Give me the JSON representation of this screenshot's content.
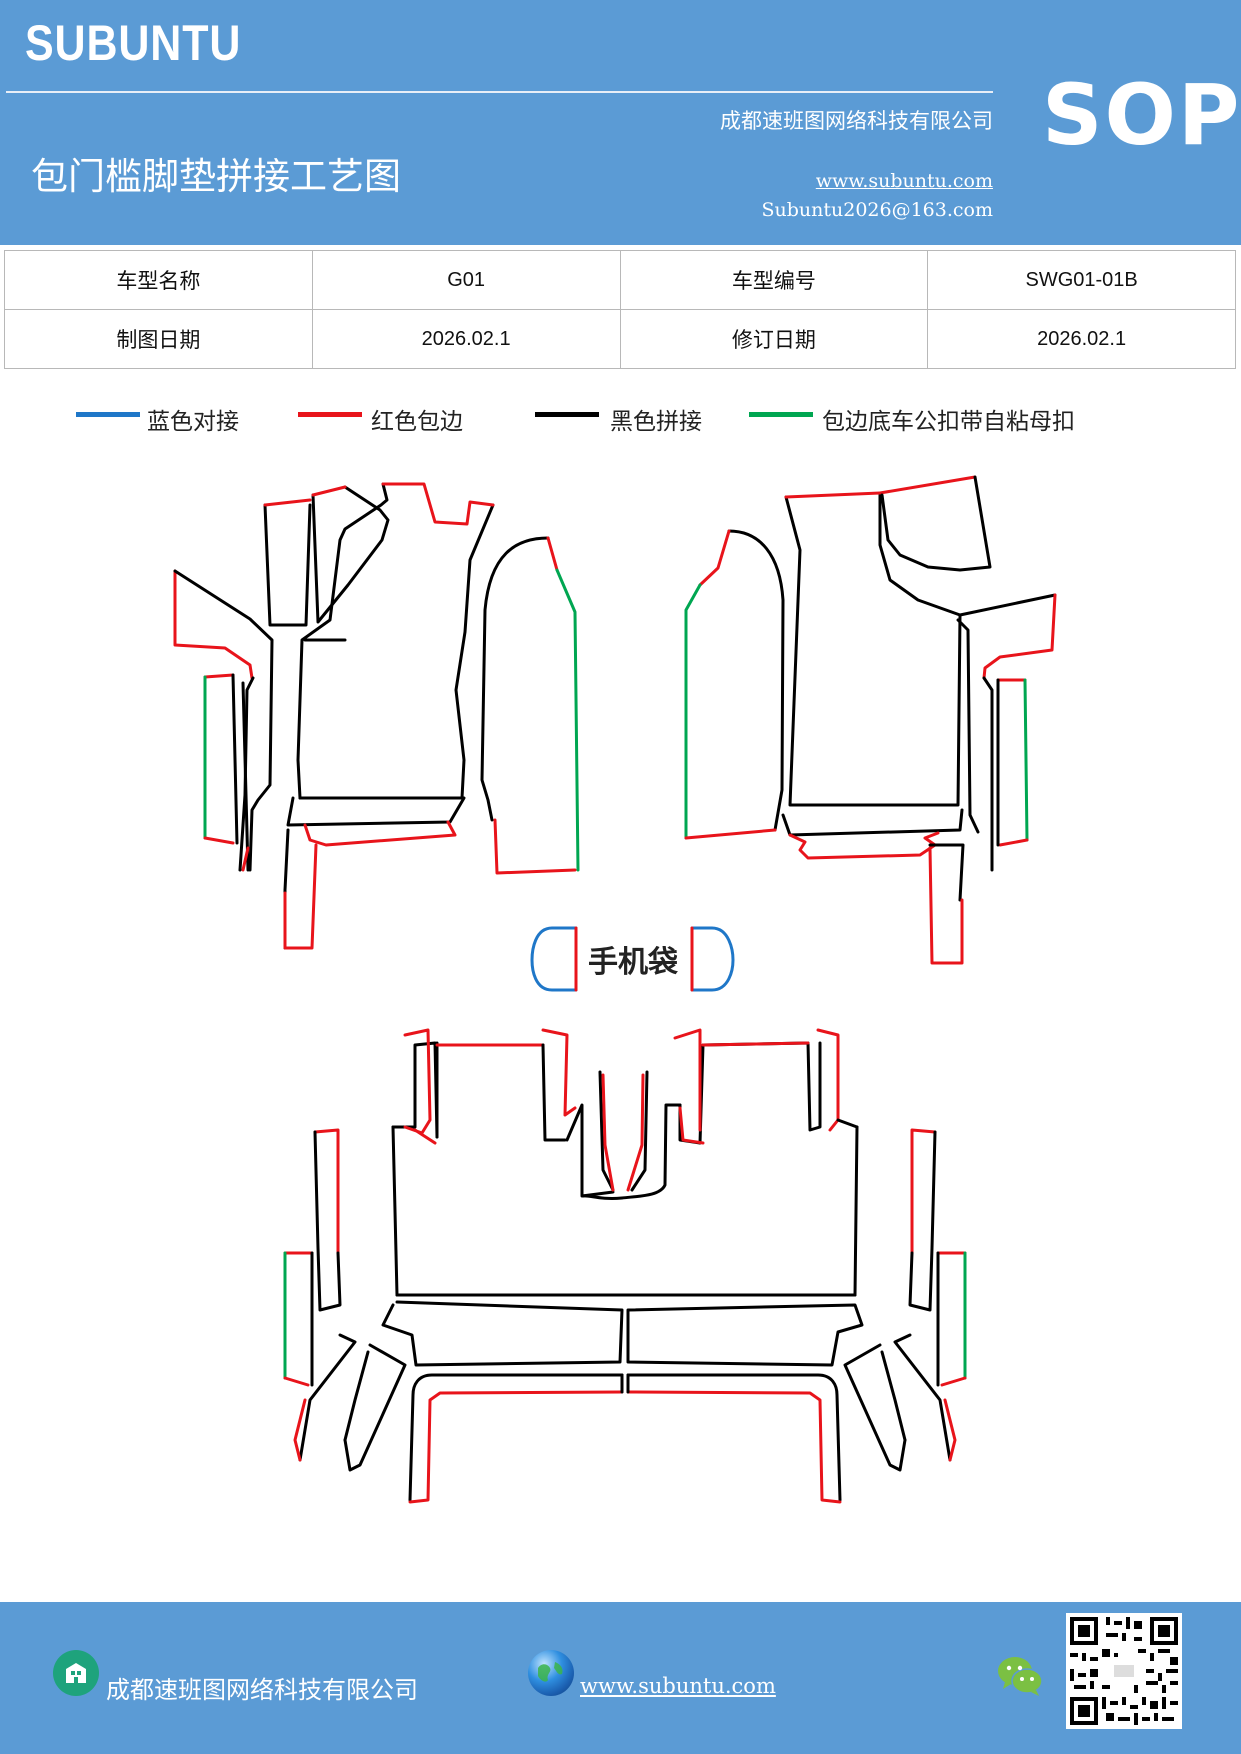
{
  "header": {
    "brand": "SUBUNTU",
    "title": "包门槛脚垫拼接工艺图",
    "company": "成都速班图网络科技有限公司",
    "website": "www.subuntu.com",
    "email": "Subuntu2026@163.com",
    "badge": "SOP",
    "background_color": "#5b9bd5"
  },
  "info_table": {
    "model_name_label": "车型名称",
    "model_name_value": "G01",
    "model_code_label": "车型编号",
    "model_code_value": "SWG01-01B",
    "draw_date_label": "制图日期",
    "draw_date_value": "2026.02.1",
    "revise_date_label": "修订日期",
    "revise_date_value": "2026.02.1"
  },
  "legend": [
    {
      "label": "蓝色对接",
      "color": "#1f77c8"
    },
    {
      "label": "红色包边",
      "color": "#e8141b"
    },
    {
      "label": "黑色拼接",
      "color": "#000000"
    },
    {
      "label": "包边底车公扣带自粘母扣",
      "color": "#00a651"
    }
  ],
  "drawing": {
    "phone_pocket_label": "手机袋"
  },
  "footer": {
    "company": "成都速班图网络科技有限公司",
    "website": "www.subuntu.com",
    "icons": [
      "building-icon",
      "globe-icon",
      "wechat-icon",
      "qr-code"
    ]
  }
}
